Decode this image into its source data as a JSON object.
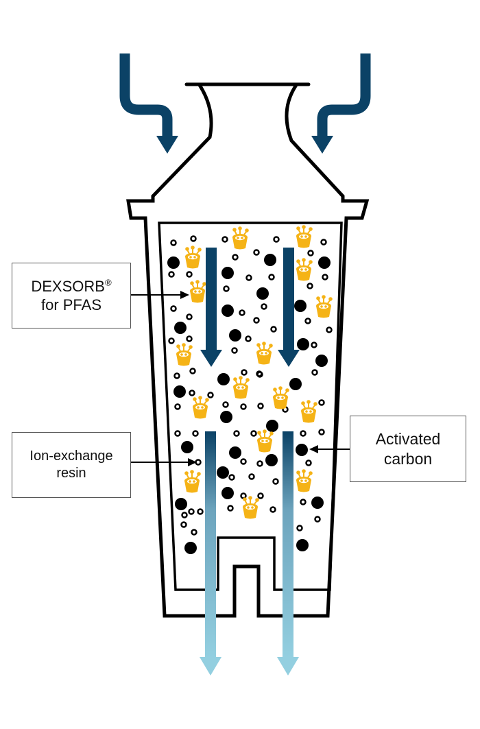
{
  "title": "Water filter cartridge cross-section",
  "labels": {
    "dexsorb": {
      "line1": "DEXSORB",
      "mark": "®",
      "line2": "for PFAS"
    },
    "ion_exchange": {
      "line1": "Ion-exchange",
      "line2": "resin"
    },
    "activated_carbon": {
      "line1": "Activated",
      "line2": "carbon"
    }
  },
  "colors": {
    "inflow": "#0b4266",
    "outflow": "#8ecbdb",
    "dexsorb": "#f5b316",
    "outline": "#000000"
  },
  "flow": {
    "inlet": "inflow-arrows",
    "outlet": "outflow-arrows"
  }
}
